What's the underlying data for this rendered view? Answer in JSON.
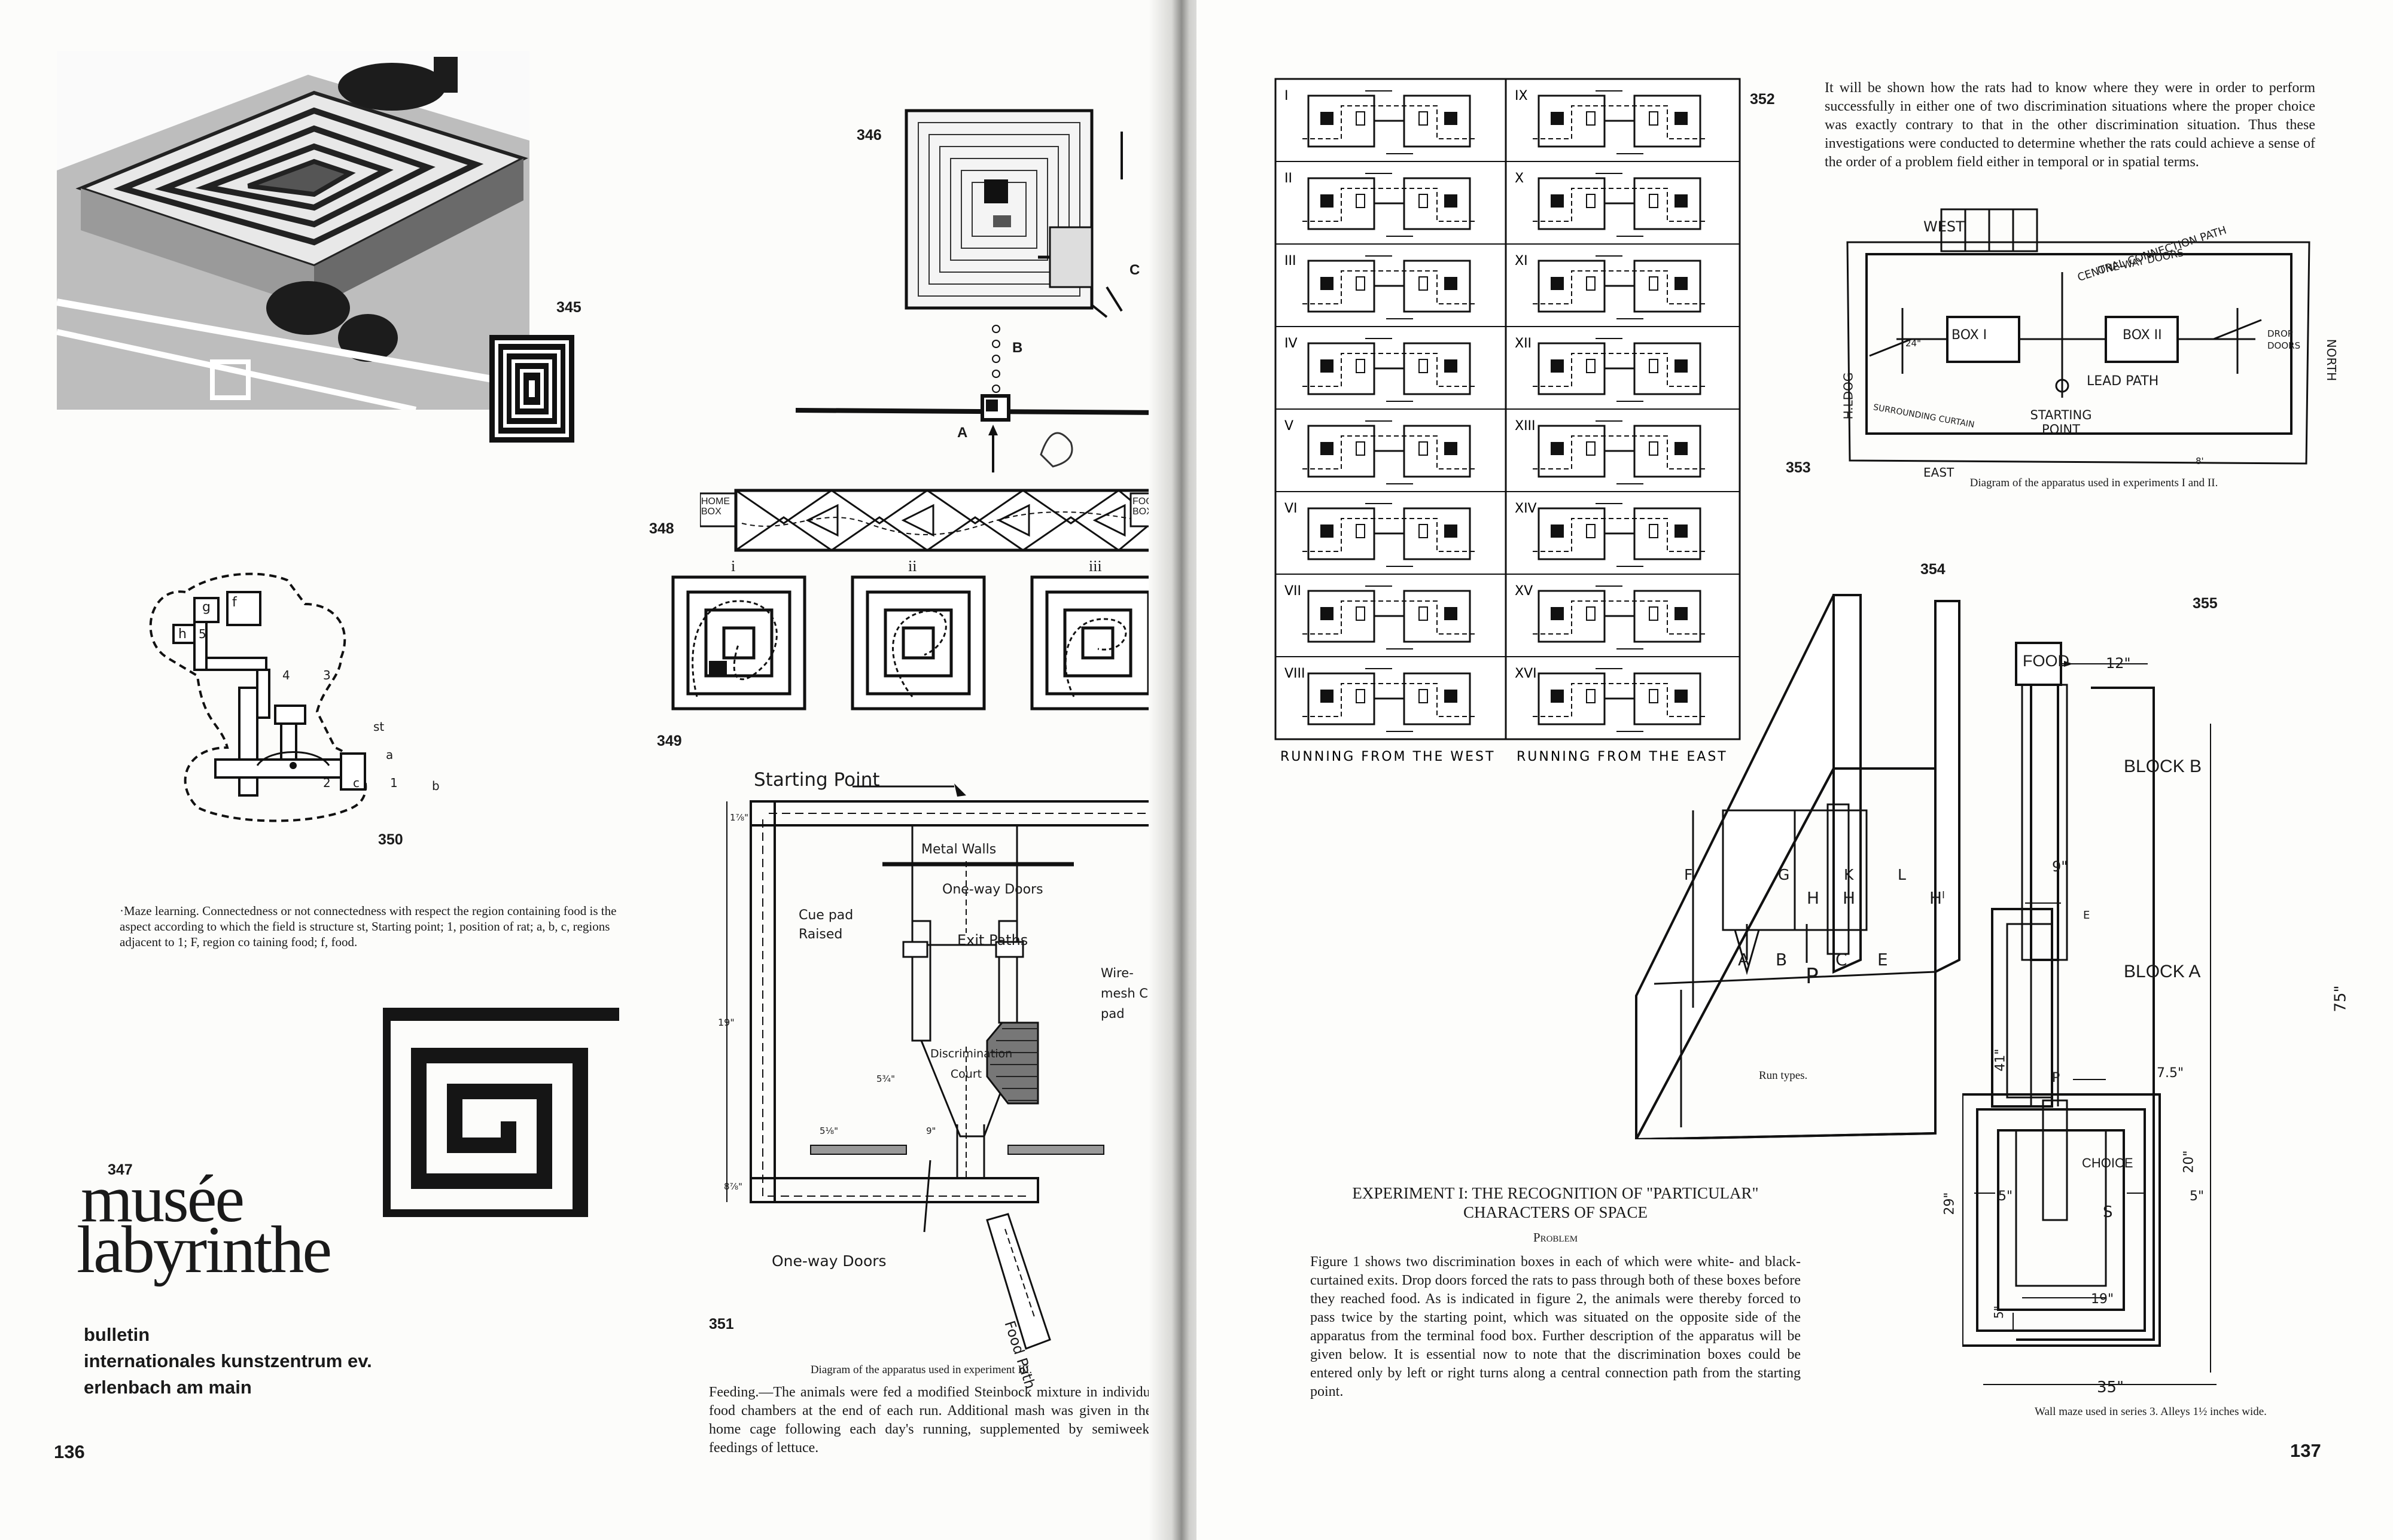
{
  "left_page": {
    "page_number": "136",
    "figure_numbers": {
      "f345": "345",
      "f346": "346",
      "f347": "347",
      "f348": "348",
      "f349": "349",
      "f350": "350",
      "f351": "351"
    },
    "maze_caption": "·Maze learning. Connectedness or not connectedness with respect the region containing food is the aspect according to which the field is structure st, Starting point; 1, position of rat; a, b, c, regions adjacent to 1; F, region co taining food; f, food.",
    "poster": {
      "title_line1": "musée",
      "title_line2": "labyrinthe",
      "bulletin_lines": [
        "bulletin",
        "internationales kunstzentrum ev.",
        "erlenbach am main"
      ]
    },
    "fig346_labels": {
      "b": "B",
      "c": "C",
      "a": "A"
    },
    "fig348_labels": {
      "home": "HOME BOX",
      "food": "FOOD BOX"
    },
    "fig349_labels": [
      "i",
      "ii",
      "iii"
    ],
    "fig350_labels": [
      "g",
      "f",
      "h",
      "5",
      "4",
      "3",
      "st",
      "2",
      "c",
      "1",
      "b",
      "a"
    ],
    "fig351": {
      "starting_point": "Starting Point",
      "metal_walls": "Metal Walls",
      "oneway_doors_top": "One-way Doors",
      "cue_pad_raised": "Cue pad Raised",
      "exit_paths": "Exit Paths",
      "wire_mesh": "Wire-mesh Cue pad",
      "discrimination_court": "Discrimination Court",
      "oneway_doors_bottom": "One-way Doors",
      "food_path": "Food Path",
      "dim_left": "19\"",
      "dim_top_left": "1⅞\"",
      "dim_mid_left": "5¾\"",
      "dim_bottom_left": "8⅞\"",
      "dim_bottom": "9\"",
      "dim_court": "5⅛\"",
      "caption": "Diagram of the apparatus used in experiment III."
    },
    "feeding_text": "Feeding.—The animals were fed a modified Steinbock mixture in individual food chambers at the end of each run. Additional mash was given in their home cage following each day's running, supplemented by semiweekly feedings of lettuce."
  },
  "right_page": {
    "page_number": "137",
    "figure_numbers": {
      "f352": "352",
      "f353": "353",
      "f354": "354",
      "f355": "355"
    },
    "intro_text": "It will be shown how the rats had to know where they were in order to perform successfully in either one of two discrimination situations where the proper choice was exactly contrary to that in the other discrimination situation. Thus these investigations were conducted to determine whether the rats could achieve a sense of the order of a problem field either in temporal or in spatial terms.",
    "fig352": {
      "left_column": [
        "I",
        "II",
        "III",
        "IV",
        "V",
        "VI",
        "VII",
        "VIII"
      ],
      "right_column": [
        "IX",
        "X",
        "XI",
        "XII",
        "XIII",
        "XIV",
        "XV",
        "XVI"
      ],
      "footer_left": "RUNNING FROM THE WEST",
      "footer_right": "RUNNING FROM THE EAST"
    },
    "fig353": {
      "west": "WEST",
      "east": "EAST",
      "north": "NORTH",
      "south": "H.LDOG",
      "oneway_doors": "ONE-WAY DOORS",
      "central_path": "CENTRAL CONNECTION PATH",
      "box1": "BOX I",
      "box2": "BOX II",
      "drop_doors": "DROP DOORS",
      "lead_path": "LEAD PATH",
      "surrounding_curtain": "SURROUNDING CURTAIN",
      "starting_point": "STARTING POINT",
      "dim_24": "24\"",
      "dim_8": "8'",
      "caption": "Diagram of the apparatus used in experiments I and II."
    },
    "fig354": {
      "labels": [
        "F",
        "G",
        "K",
        "L",
        "H",
        "H",
        "Hˡ",
        "A",
        "B",
        "P",
        "C",
        "E"
      ],
      "caption": "Run types."
    },
    "fig355": {
      "food": "FOOD",
      "block_b": "BLOCK B",
      "block_a": "BLOCK A",
      "choice": "CHOICE",
      "s": "S",
      "p": "P",
      "e": "E",
      "dim_12": "12\"",
      "dim_75": "75\"",
      "dim_9": "9\"",
      "dim_41": "41\"",
      "dim_7_5": "7.5\"",
      "dim_20": "20\"",
      "dim_5a": "5\"",
      "dim_5b": "5\"",
      "dim_29": "29\"",
      "dim_19": "19\"",
      "dim_5c": "5\"",
      "dim_35": "35\"",
      "caption": "Wall maze used in series 3. Alleys 1½ inches wide."
    },
    "experiment": {
      "heading_line1": "EXPERIMENT I: THE RECOGNITION OF \"PARTICULAR\"",
      "heading_line2": "CHARACTERS OF SPACE",
      "subheading": "Problem",
      "body": "Figure 1 shows two discrimination boxes in each of which were white- and black-curtained exits. Drop doors forced the rats to pass through both of these boxes before they reached food. As is indicated in figure 2, the animals were thereby forced to pass twice by the starting point, which was situated on the opposite side of the apparatus from the terminal food box. Further description of the apparatus will be given below. It is essential now to note that the discrimination boxes could be entered only by left or right turns along a central connection path from the starting point."
    }
  }
}
